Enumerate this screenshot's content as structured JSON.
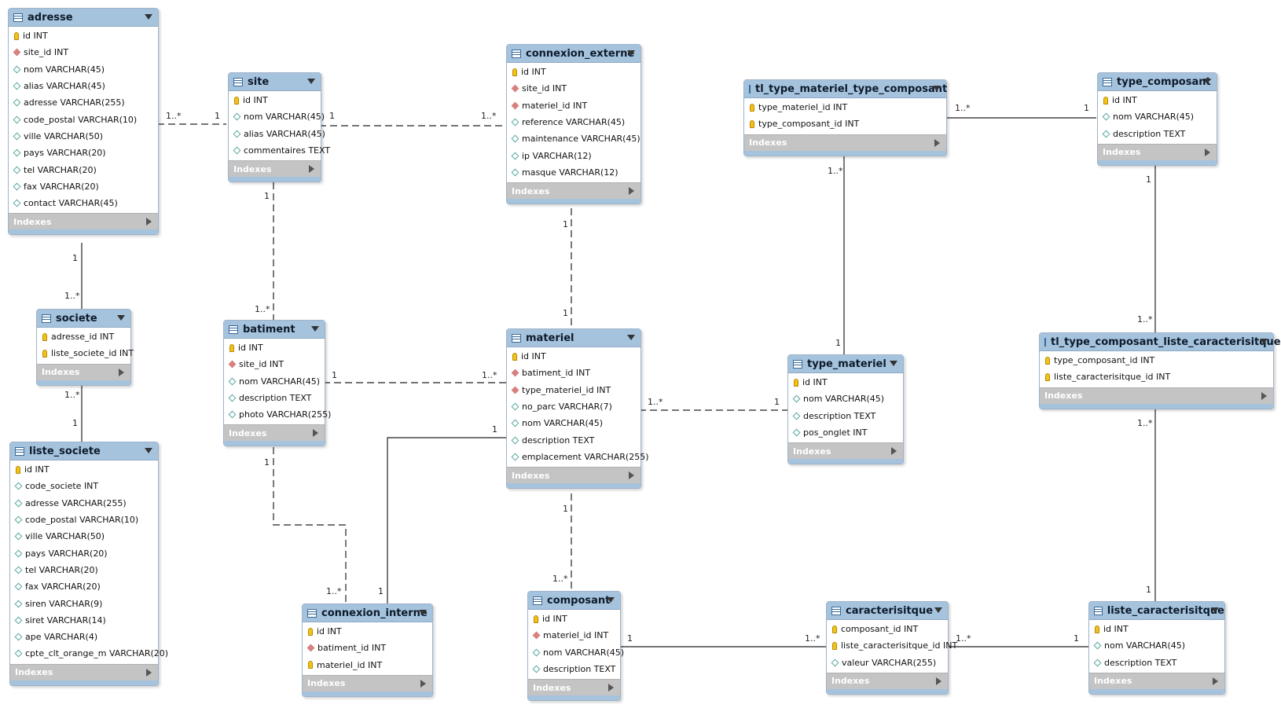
{
  "tables": {
    "adresse": {
      "title": "adresse",
      "indexes": "Indexes",
      "columns": [
        {
          "text": "id INT",
          "kind": "pk"
        },
        {
          "text": "site_id INT",
          "kind": "fk"
        },
        {
          "text": "nom VARCHAR(45)",
          "kind": "col"
        },
        {
          "text": "alias VARCHAR(45)",
          "kind": "col"
        },
        {
          "text": "adresse VARCHAR(255)",
          "kind": "col"
        },
        {
          "text": "code_postal VARCHAR(10)",
          "kind": "col"
        },
        {
          "text": "ville VARCHAR(50)",
          "kind": "col"
        },
        {
          "text": "pays VARCHAR(20)",
          "kind": "col"
        },
        {
          "text": "tel VARCHAR(20)",
          "kind": "col"
        },
        {
          "text": "fax VARCHAR(20)",
          "kind": "col"
        },
        {
          "text": "contact VARCHAR(45)",
          "kind": "col"
        }
      ]
    },
    "site": {
      "title": "site",
      "indexes": "Indexes",
      "columns": [
        {
          "text": "id INT",
          "kind": "pk"
        },
        {
          "text": "nom VARCHAR(45)",
          "kind": "col"
        },
        {
          "text": "alias VARCHAR(45)",
          "kind": "col"
        },
        {
          "text": "commentaires TEXT",
          "kind": "col"
        }
      ]
    },
    "connexion_externe": {
      "title": "connexion_externe",
      "indexes": "Indexes",
      "columns": [
        {
          "text": "id INT",
          "kind": "pk"
        },
        {
          "text": "site_id INT",
          "kind": "fk"
        },
        {
          "text": "materiel_id INT",
          "kind": "fk"
        },
        {
          "text": "reference VARCHAR(45)",
          "kind": "col"
        },
        {
          "text": "maintenance VARCHAR(45)",
          "kind": "col"
        },
        {
          "text": "ip VARCHAR(12)",
          "kind": "col"
        },
        {
          "text": "masque VARCHAR(12)",
          "kind": "col"
        }
      ]
    },
    "tl_type_materiel_type_composant": {
      "title": "tl_type_materiel_type_composant",
      "indexes": "Indexes",
      "columns": [
        {
          "text": "type_materiel_id INT",
          "kind": "pk"
        },
        {
          "text": "type_composant_id INT",
          "kind": "pk"
        }
      ]
    },
    "type_composant": {
      "title": "type_composant",
      "indexes": "Indexes",
      "columns": [
        {
          "text": "id INT",
          "kind": "pk"
        },
        {
          "text": "nom VARCHAR(45)",
          "kind": "col"
        },
        {
          "text": "description TEXT",
          "kind": "col"
        }
      ]
    },
    "societe": {
      "title": "societe",
      "indexes": "Indexes",
      "columns": [
        {
          "text": "adresse_id INT",
          "kind": "pk"
        },
        {
          "text": "liste_societe_id INT",
          "kind": "pk"
        }
      ]
    },
    "batiment": {
      "title": "batiment",
      "indexes": "Indexes",
      "columns": [
        {
          "text": "id INT",
          "kind": "pk"
        },
        {
          "text": "site_id INT",
          "kind": "fk"
        },
        {
          "text": "nom VARCHAR(45)",
          "kind": "col"
        },
        {
          "text": "description TEXT",
          "kind": "col"
        },
        {
          "text": "photo VARCHAR(255)",
          "kind": "col"
        }
      ]
    },
    "materiel": {
      "title": "materiel",
      "indexes": "Indexes",
      "columns": [
        {
          "text": "id INT",
          "kind": "pk"
        },
        {
          "text": "batiment_id INT",
          "kind": "fk"
        },
        {
          "text": "type_materiel_id INT",
          "kind": "fk"
        },
        {
          "text": "no_parc VARCHAR(7)",
          "kind": "col"
        },
        {
          "text": "nom VARCHAR(45)",
          "kind": "col"
        },
        {
          "text": "description TEXT",
          "kind": "col"
        },
        {
          "text": "emplacement VARCHAR(255)",
          "kind": "col"
        }
      ]
    },
    "type_materiel": {
      "title": "type_materiel",
      "indexes": "Indexes",
      "columns": [
        {
          "text": "id INT",
          "kind": "pk"
        },
        {
          "text": "nom VARCHAR(45)",
          "kind": "col"
        },
        {
          "text": "description TEXT",
          "kind": "col"
        },
        {
          "text": "pos_onglet INT",
          "kind": "col"
        }
      ]
    },
    "tl_type_composant_liste_caracterisitque": {
      "title": "tl_type_composant_liste_caracterisitque",
      "indexes": "Indexes",
      "columns": [
        {
          "text": "type_composant_id INT",
          "kind": "pk"
        },
        {
          "text": "liste_caracterisitque_id INT",
          "kind": "pk"
        }
      ]
    },
    "liste_societe": {
      "title": "liste_societe",
      "indexes": "Indexes",
      "columns": [
        {
          "text": "id INT",
          "kind": "pk"
        },
        {
          "text": "code_societe INT",
          "kind": "col"
        },
        {
          "text": "adresse VARCHAR(255)",
          "kind": "col"
        },
        {
          "text": "code_postal VARCHAR(10)",
          "kind": "col"
        },
        {
          "text": "ville VARCHAR(50)",
          "kind": "col"
        },
        {
          "text": "pays VARCHAR(20)",
          "kind": "col"
        },
        {
          "text": "tel VARCHAR(20)",
          "kind": "col"
        },
        {
          "text": "fax VARCHAR(20)",
          "kind": "col"
        },
        {
          "text": "siren VARCHAR(9)",
          "kind": "col"
        },
        {
          "text": "siret VARCHAR(14)",
          "kind": "col"
        },
        {
          "text": "ape VARCHAR(4)",
          "kind": "col"
        },
        {
          "text": "cpte_clt_orange_m VARCHAR(20)",
          "kind": "col"
        }
      ]
    },
    "connexion_interne": {
      "title": "connexion_interne",
      "indexes": "Indexes",
      "columns": [
        {
          "text": "id INT",
          "kind": "pk"
        },
        {
          "text": "batiment_id INT",
          "kind": "fk"
        },
        {
          "text": "materiel_id INT",
          "kind": "pk"
        }
      ]
    },
    "composant": {
      "title": "composant",
      "indexes": "Indexes",
      "columns": [
        {
          "text": "id INT",
          "kind": "pk"
        },
        {
          "text": "materiel_id INT",
          "kind": "fk"
        },
        {
          "text": "nom VARCHAR(45)",
          "kind": "col"
        },
        {
          "text": "description TEXT",
          "kind": "col"
        }
      ]
    },
    "caracterisitque": {
      "title": "caracterisitque",
      "indexes": "Indexes",
      "columns": [
        {
          "text": "composant_id INT",
          "kind": "pk"
        },
        {
          "text": "liste_caracterisitque_id INT",
          "kind": "pk"
        },
        {
          "text": "valeur VARCHAR(255)",
          "kind": "col"
        }
      ]
    },
    "liste_caracterisitque": {
      "title": "liste_caracterisitque",
      "indexes": "Indexes",
      "columns": [
        {
          "text": "id INT",
          "kind": "pk"
        },
        {
          "text": "nom VARCHAR(45)",
          "kind": "col"
        },
        {
          "text": "description TEXT",
          "kind": "col"
        }
      ]
    }
  },
  "relationships": [
    {
      "from": "adresse",
      "to": "site",
      "from_card": "1..*",
      "to_card": "1",
      "identifying": false
    },
    {
      "from": "site",
      "to": "connexion_externe",
      "from_card": "1",
      "to_card": "1..*",
      "identifying": false
    },
    {
      "from": "adresse",
      "to": "societe",
      "from_card": "1",
      "to_card": "1..*",
      "identifying": true
    },
    {
      "from": "societe",
      "to": "liste_societe",
      "from_card": "1..*",
      "to_card": "1",
      "identifying": true
    },
    {
      "from": "site",
      "to": "batiment",
      "from_card": "1",
      "to_card": "1..*",
      "identifying": false
    },
    {
      "from": "batiment",
      "to": "materiel",
      "from_card": "1",
      "to_card": "1..*",
      "identifying": false
    },
    {
      "from": "connexion_externe",
      "to": "materiel",
      "from_card": "1",
      "to_card": "1",
      "identifying": false
    },
    {
      "from": "materiel",
      "to": "type_materiel",
      "from_card": "1..*",
      "to_card": "1",
      "identifying": false
    },
    {
      "from": "materiel",
      "to": "connexion_interne",
      "from_card": "1",
      "to_card": "1",
      "identifying": true
    },
    {
      "from": "batiment",
      "to": "connexion_interne",
      "from_card": "1",
      "to_card": "1..*",
      "identifying": false
    },
    {
      "from": "materiel",
      "to": "composant",
      "from_card": "1",
      "to_card": "1..*",
      "identifying": false
    },
    {
      "from": "tl_type_materiel_type_composant",
      "to": "type_composant",
      "from_card": "1..*",
      "to_card": "1",
      "identifying": true
    },
    {
      "from": "tl_type_materiel_type_composant",
      "to": "type_materiel",
      "from_card": "1..*",
      "to_card": "1",
      "identifying": true
    },
    {
      "from": "type_composant",
      "to": "tl_type_composant_liste_caracterisitque",
      "from_card": "1",
      "to_card": "1..*",
      "identifying": true
    },
    {
      "from": "tl_type_composant_liste_caracterisitque",
      "to": "liste_caracterisitque",
      "from_card": "1..*",
      "to_card": "1",
      "identifying": true
    },
    {
      "from": "composant",
      "to": "caracterisitque",
      "from_card": "1",
      "to_card": "1..*",
      "identifying": true
    },
    {
      "from": "caracterisitque",
      "to": "liste_caracterisitque",
      "from_card": "1..*",
      "to_card": "1",
      "identifying": true
    }
  ],
  "colors": {
    "header": "#a6c3de",
    "indexes_bar": "#c4c4c4",
    "primary_key": "#f2c21a",
    "foreign_key": "#d88080",
    "column": "#5aa7a0"
  }
}
